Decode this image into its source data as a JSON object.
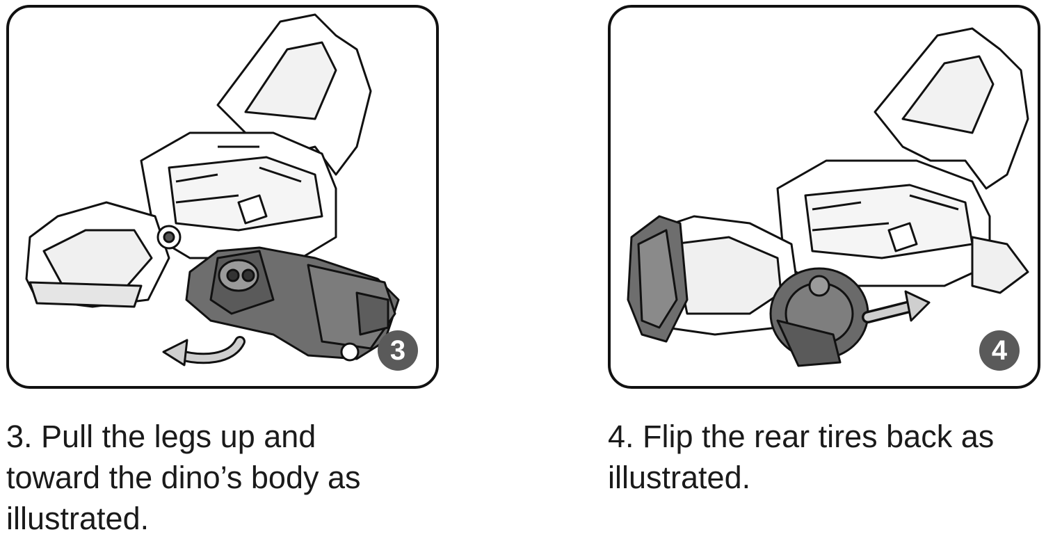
{
  "steps": [
    {
      "badge": "3",
      "caption": "3. Pull the legs up and\ntoward the dino’s body as\nillustrated."
    },
    {
      "badge": "4",
      "caption": "4. Flip the rear tires back as\nillustrated."
    }
  ]
}
